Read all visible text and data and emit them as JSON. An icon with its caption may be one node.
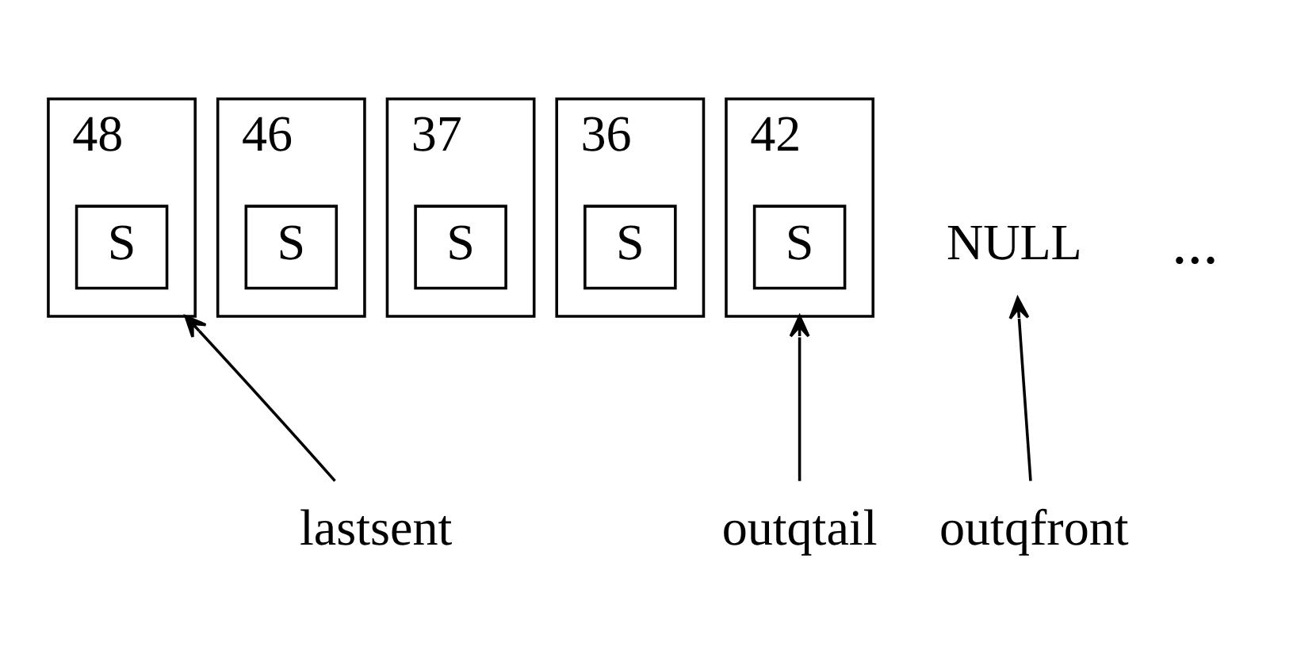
{
  "diagram": {
    "nodes": [
      {
        "text": [
          "48"
        ]
      },
      {
        "text": [
          "S"
        ],
        "in": 0
      },
      {
        "text": [
          "46"
        ]
      },
      {
        "text": [
          "S"
        ],
        "in": 2
      },
      {
        "text": [
          "42"
        ]
      },
      {
        "text": [
          "S"
        ],
        "in": 4
      },
      {
        "text": [
          "37"
        ]
      },
      {
        "text": [
          "S"
        ],
        "in": 6
      },
      {
        "text": [
          "36"
        ]
      },
      {
        "text": [
          "S"
        ],
        "in": 8
      },
      {
        "text": [
          "NULL"
        ]
      },
      {
        "text": [
          "lastsent"
        ]
      },
      {
        "text": [
          "outqtail"
        ]
      },
      {
        "text": [
          "outqfront"
        ]
      }
    ],
    "edges": [
      {
        "from": 11,
        "to": 0,
        "arrow": "to"
      },
      {
        "from": 12,
        "to": 4,
        "arrow": "to"
      },
      {
        "from": 13,
        "to": 10,
        "arrow": "to"
      }
    ],
    "labels": [
      "..."
    ]
  }
}
